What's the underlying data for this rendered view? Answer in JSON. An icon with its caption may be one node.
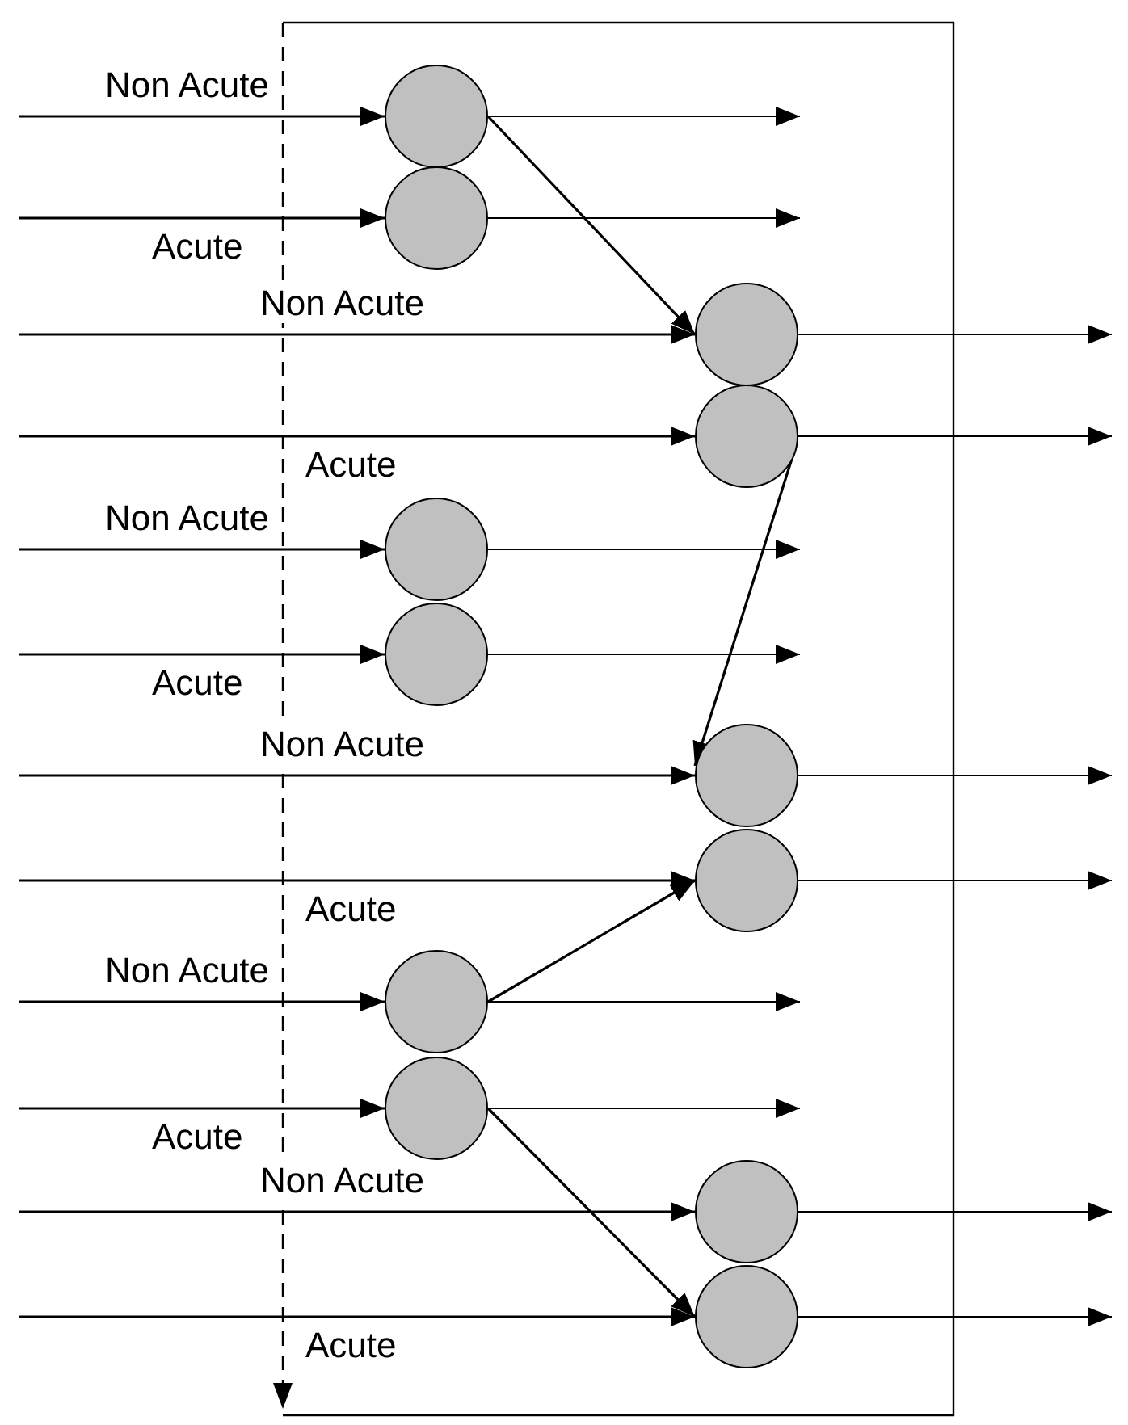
{
  "diagram": {
    "nodes": [
      {
        "text": [],
        "shape": "circle"
      },
      {
        "text": [],
        "shape": "circle"
      },
      {
        "text": [],
        "shape": "circle"
      },
      {
        "text": [],
        "shape": "circle"
      },
      {
        "text": [],
        "shape": "circle"
      },
      {
        "text": [],
        "shape": "circle"
      },
      {
        "text": [],
        "shape": "circle"
      },
      {
        "text": [],
        "shape": "circle"
      },
      {
        "text": [],
        "shape": "circle"
      },
      {
        "text": [],
        "shape": "circle"
      },
      {
        "text": [],
        "shape": "circle"
      },
      {
        "text": [],
        "shape": "circle"
      }
    ],
    "edges": [
      {
        "from": null,
        "to": 0,
        "arrow": "to",
        "label": "Non Acute"
      },
      {
        "from": null,
        "to": 1,
        "arrow": "to",
        "label": "Acute"
      },
      {
        "from": null,
        "to": 2,
        "arrow": "to",
        "label": "Non Acute"
      },
      {
        "from": null,
        "to": 3,
        "arrow": "to",
        "label": "Acute"
      },
      {
        "from": null,
        "to": 4,
        "arrow": "to",
        "label": "Non Acute"
      },
      {
        "from": null,
        "to": 5,
        "arrow": "to",
        "label": "Acute"
      },
      {
        "from": null,
        "to": 6,
        "arrow": "to",
        "label": "Non Acute"
      },
      {
        "from": null,
        "to": 7,
        "arrow": "to",
        "label": "Acute"
      },
      {
        "from": null,
        "to": 8,
        "arrow": "to",
        "label": "Non Acute"
      },
      {
        "from": null,
        "to": 9,
        "arrow": "to",
        "label": "Acute"
      },
      {
        "from": null,
        "to": 10,
        "arrow": "to",
        "label": "Non Acute"
      },
      {
        "from": null,
        "to": 11,
        "arrow": "to",
        "label": "Acute"
      },
      {
        "from": 0,
        "to": null,
        "arrow": "to"
      },
      {
        "from": 1,
        "to": null,
        "arrow": "to"
      },
      {
        "from": 2,
        "to": null,
        "arrow": "to"
      },
      {
        "from": 3,
        "to": null,
        "arrow": "to"
      },
      {
        "from": 4,
        "to": null,
        "arrow": "to"
      },
      {
        "from": 5,
        "to": null,
        "arrow": "to"
      },
      {
        "from": 6,
        "to": null,
        "arrow": "to"
      },
      {
        "from": 7,
        "to": null,
        "arrow": "to"
      },
      {
        "from": 8,
        "to": null,
        "arrow": "to"
      },
      {
        "from": 9,
        "to": null,
        "arrow": "to"
      },
      {
        "from": 10,
        "to": null,
        "arrow": "to"
      },
      {
        "from": 11,
        "to": null,
        "arrow": "to"
      },
      {
        "from": 0,
        "to": 2,
        "arrow": "to"
      },
      {
        "from": 3,
        "to": 6,
        "arrow": "to"
      },
      {
        "from": 8,
        "to": 7,
        "arrow": "to"
      },
      {
        "from": 9,
        "to": 11,
        "arrow": "to"
      }
    ]
  }
}
